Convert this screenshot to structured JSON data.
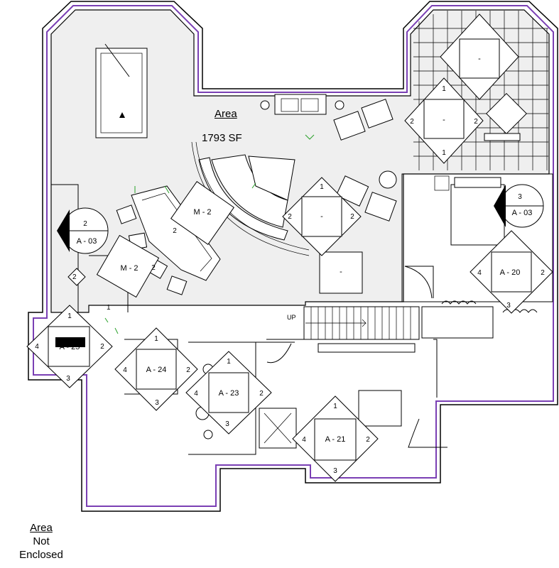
{
  "area_label": {
    "title": "Area",
    "size": "1793 SF"
  },
  "legend": {
    "title": "Area",
    "line1": "Not",
    "line2": "Enclosed"
  },
  "stair_label": "UP",
  "tags": [
    {
      "id": "tag-a03-left",
      "label": "A - 03",
      "top": "2"
    },
    {
      "id": "tag-a03-right",
      "label": "A - 03",
      "top": "3"
    },
    {
      "id": "tag-m2-upper",
      "label": "M - 2",
      "side": "2"
    },
    {
      "id": "tag-m2-lower",
      "label": "M - 2",
      "side": "2"
    },
    {
      "id": "tag-a20",
      "label": "A - 20",
      "left": "4",
      "right": "2",
      "bottom": "3"
    },
    {
      "id": "tag-a21",
      "label": "A - 21",
      "top": "1",
      "left": "4",
      "right": "2",
      "bottom": "3"
    },
    {
      "id": "tag-a23",
      "label": "A - 23",
      "top": "1",
      "left": "4",
      "right": "2",
      "bottom": "3"
    },
    {
      "id": "tag-a24",
      "label": "A - 24",
      "top": "1",
      "left": "4",
      "right": "2",
      "bottom": "3"
    },
    {
      "id": "tag-a25",
      "label": "A - 25",
      "top": "1",
      "left": "4",
      "right": "2",
      "bottom": "3"
    }
  ],
  "colors": {
    "boundary": "#7a3fb4",
    "floor": "#efefef",
    "door_swing": "#2aa02a"
  }
}
